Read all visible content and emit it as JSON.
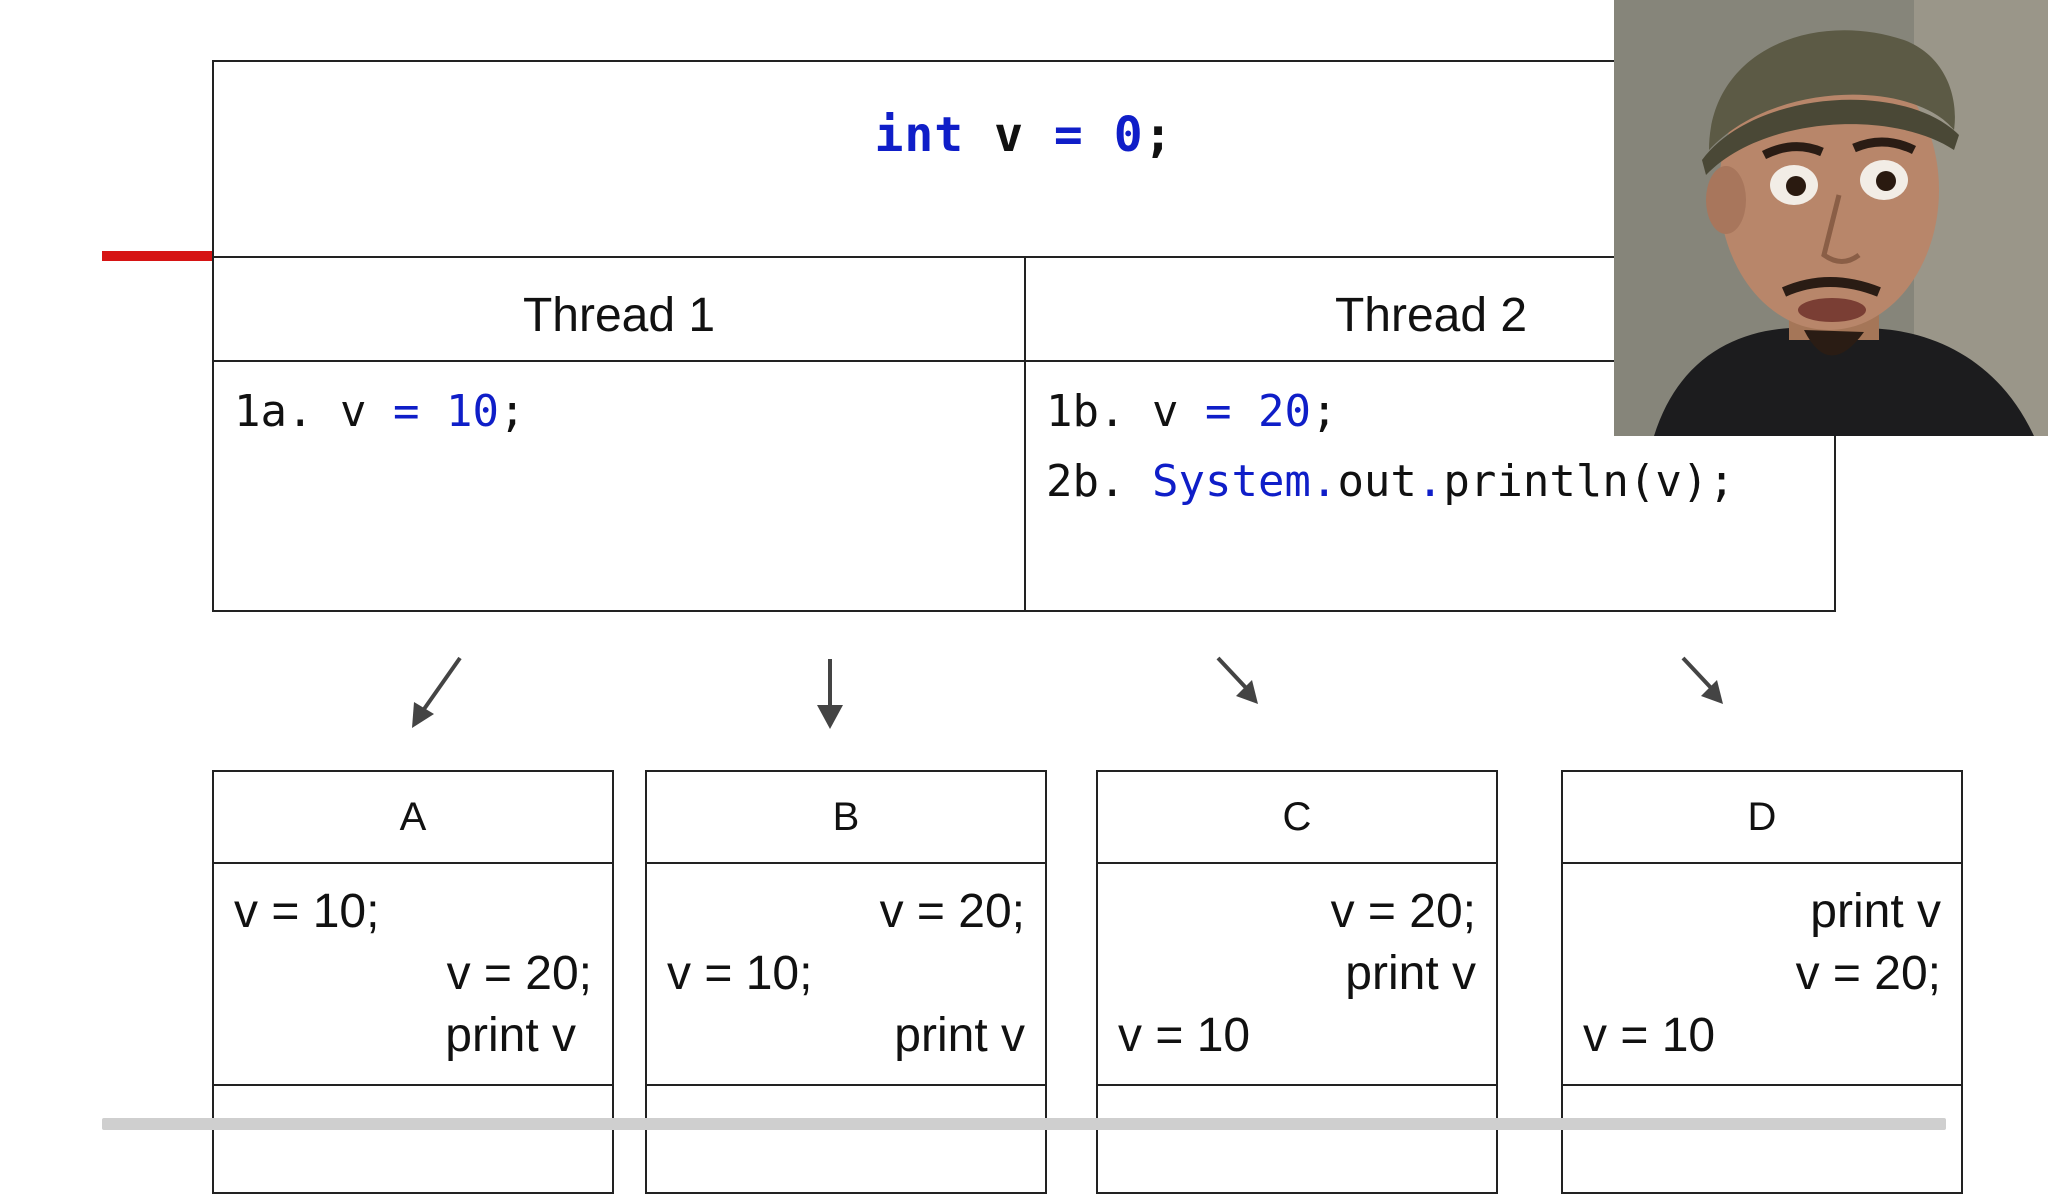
{
  "declaration": {
    "keyword": "int",
    "var": "v",
    "op": "=",
    "value": "0",
    "end": ";"
  },
  "threads": [
    {
      "title": "Thread 1",
      "lines": [
        {
          "num": "1a.",
          "parts": [
            {
              "t": " v ",
              "c": "blk"
            },
            {
              "t": "=",
              "c": "kw"
            },
            {
              "t": " ",
              "c": "blk"
            },
            {
              "t": "10",
              "c": "kw"
            },
            {
              "t": ";",
              "c": "blk"
            }
          ]
        }
      ]
    },
    {
      "title": "Thread 2",
      "lines": [
        {
          "num": "1b.",
          "parts": [
            {
              "t": " v ",
              "c": "blk"
            },
            {
              "t": "=",
              "c": "kw"
            },
            {
              "t": " ",
              "c": "blk"
            },
            {
              "t": "20",
              "c": "kw"
            },
            {
              "t": ";",
              "c": "blk"
            }
          ]
        },
        {
          "num": "2b.",
          "parts": [
            {
              "t": " ",
              "c": "blk"
            },
            {
              "t": "System",
              "c": "kw"
            },
            {
              "t": ".",
              "c": "kw"
            },
            {
              "t": "out",
              "c": "blk"
            },
            {
              "t": ".",
              "c": "kw"
            },
            {
              "t": "println(v);",
              "c": "blk"
            }
          ]
        }
      ]
    }
  ],
  "outcomes": [
    {
      "label": "A",
      "lines": [
        "v = 10;",
        "v = 20;",
        "print v"
      ]
    },
    {
      "label": "B",
      "lines": [
        "v = 20;",
        "v = 10;",
        "print v"
      ]
    },
    {
      "label": "C",
      "lines": [
        "v = 20;",
        "print v",
        "v = 10"
      ]
    },
    {
      "label": "D",
      "lines": [
        "print v",
        "v = 20;",
        "v = 10"
      ]
    }
  ],
  "colors": {
    "keyword": "#0f1ec8",
    "accent": "#d61414",
    "border": "#222222",
    "progress": "#cfcfcf"
  },
  "icons": {
    "arrow": "arrow-icon"
  }
}
